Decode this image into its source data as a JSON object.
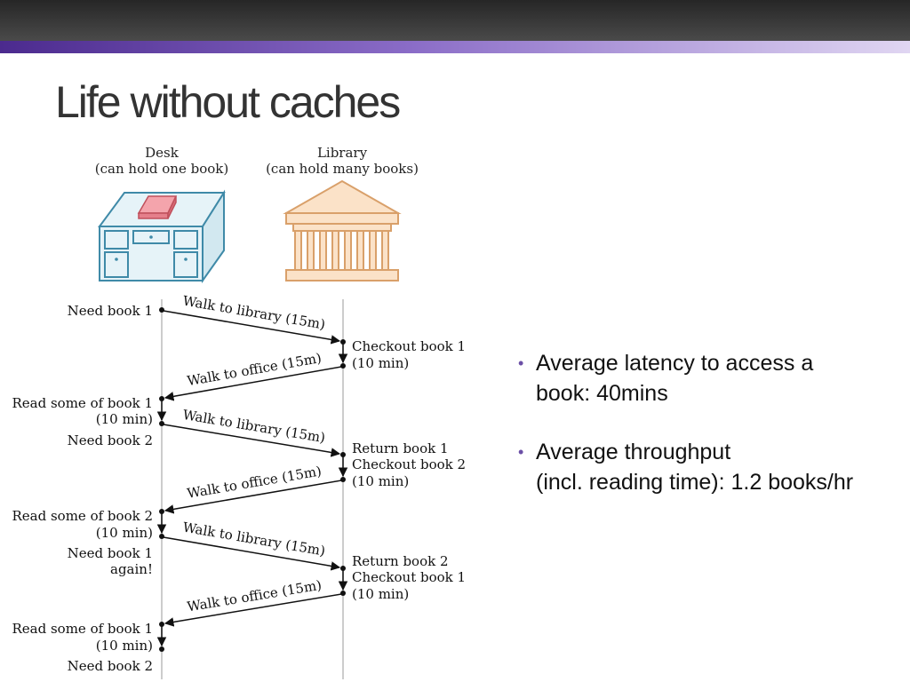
{
  "slide": {
    "title": "Life without caches"
  },
  "desk": {
    "name": "Desk",
    "caption": "(can hold one book)"
  },
  "library": {
    "name": "Library",
    "caption": "(can hold many books)"
  },
  "timeline": {
    "left_labels": [
      "Need book 1",
      "Read some of book 1",
      "(10 min)",
      "Need book 2",
      "Read some of book 2",
      "(10 min)",
      "Need book 1",
      "again!",
      "Read some of book 1",
      "(10 min)",
      "Need book 2"
    ],
    "right_labels": [
      "Checkout book 1",
      "(10 min)",
      "Return book 1",
      "Checkout book 2",
      "(10 min)",
      "Return book 2",
      "Checkout book 1",
      "(10 min)"
    ],
    "arrows": [
      "Walk to library (15m)",
      "Walk to office (15m)",
      "Walk to library (15m)",
      "Walk to office (15m)",
      "Walk to library (15m)",
      "Walk to office (15m)"
    ]
  },
  "bullets": [
    {
      "lines": [
        "Average latency to access a",
        "book: 40mins"
      ]
    },
    {
      "lines": [
        "Average throughput",
        "(incl. reading time): 1.2 books/hr"
      ]
    }
  ],
  "colors": {
    "desk_stroke": "#3f8aa8",
    "desk_fill": "#e6f3f8",
    "book_fill": "#f4a4ac",
    "book_stroke": "#c0505c",
    "library_fill": "#fbe2c8",
    "library_stroke": "#d9a06a",
    "bullet": "#6b4fa6"
  }
}
